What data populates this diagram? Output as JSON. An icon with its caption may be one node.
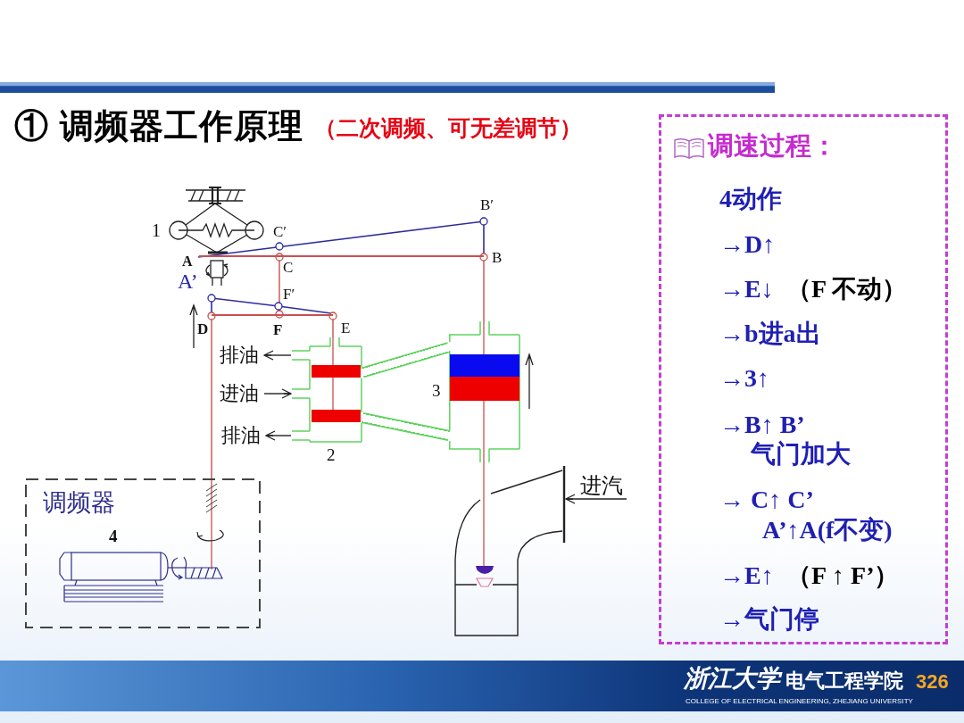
{
  "diagram": {
    "title": "① 调频器工作原理",
    "nodes": [
      {
        "text": [
          "排油"
        ]
      },
      {
        "text": [
          "进油"
        ]
      },
      {
        "text": [
          "排油"
        ]
      },
      {
        "text": [],
        "shape": "box",
        "beside": [
          "2"
        ]
      },
      {
        "text": [],
        "shape": "box",
        "beside": [
          "3"
        ]
      },
      {
        "text": [
          "进汽"
        ]
      },
      {
        "text": [],
        "shape": "pipe"
      },
      {
        "text": [
          "调频器"
        ]
      },
      {
        "text": [
          "调速过程：",
          "4动作",
          "→D↑",
          "→E↓",
          "（F 不动）",
          "→b进a出",
          "→3↑",
          "→B↑ B’",
          "气门加大",
          "→ C↑ C’",
          "A’↑A(f不变)",
          "→E↑",
          "（F ↑ F’）",
          "→气门停"
        ]
      },
      {
        "text": [],
        "shape": "bar"
      },
      {
        "text": [],
        "shape": "bar"
      }
    ],
    "edges": [
      {
        "from": 3,
        "to": 0,
        "arrow": "to"
      },
      {
        "from": 1,
        "to": 3,
        "arrow": "to"
      },
      {
        "from": 3,
        "to": 2,
        "arrow": "to"
      },
      {
        "from": 3,
        "to": 4,
        "arrow": "none",
        "style": "thick",
        "color": "#5fd35f"
      },
      {
        "from": 3,
        "to": 4,
        "arrow": "none",
        "style": "thick",
        "color": "#5fd35f"
      },
      {
        "from": 5,
        "to": 6,
        "arrow": "to"
      },
      {
        "from": 9,
        "to": 10,
        "arrow": "other",
        "color": "#c8504f"
      },
      {
        "from": 10,
        "to": 3,
        "arrow": "other",
        "color": "#c8504f"
      },
      {
        "from": 10,
        "to": 7,
        "arrow": "other",
        "color": "#c8504f"
      },
      {
        "from": 9,
        "to": 4,
        "arrow": "other",
        "color": "#c8504f"
      }
    ],
    "labels": [
      "（二次调频、可无差调节）",
      "B′",
      "1",
      "C′",
      "A",
      "C",
      "B",
      "A’",
      "F′",
      "D",
      "F",
      "E",
      "4",
      "浙江大学",
      "电气工程学院",
      "326",
      "COLLEGE OF ELECTRICAL ENGINEERING, ZHEJIANG UNIVERSITY"
    ]
  }
}
